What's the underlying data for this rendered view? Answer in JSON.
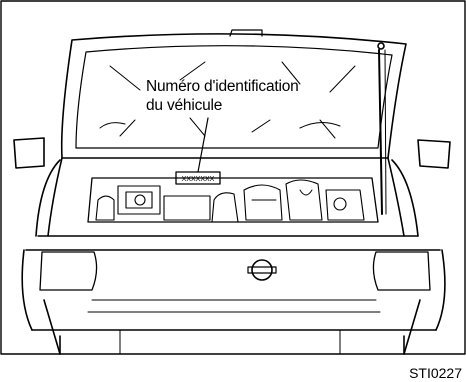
{
  "figure": {
    "callout_line1": "Numéro d'identification",
    "callout_line2": "du véhicule",
    "code": "STI0227",
    "vin_plate_text": "XXXXXXX"
  },
  "colors": {
    "ink": "#000000",
    "paper": "#ffffff"
  }
}
